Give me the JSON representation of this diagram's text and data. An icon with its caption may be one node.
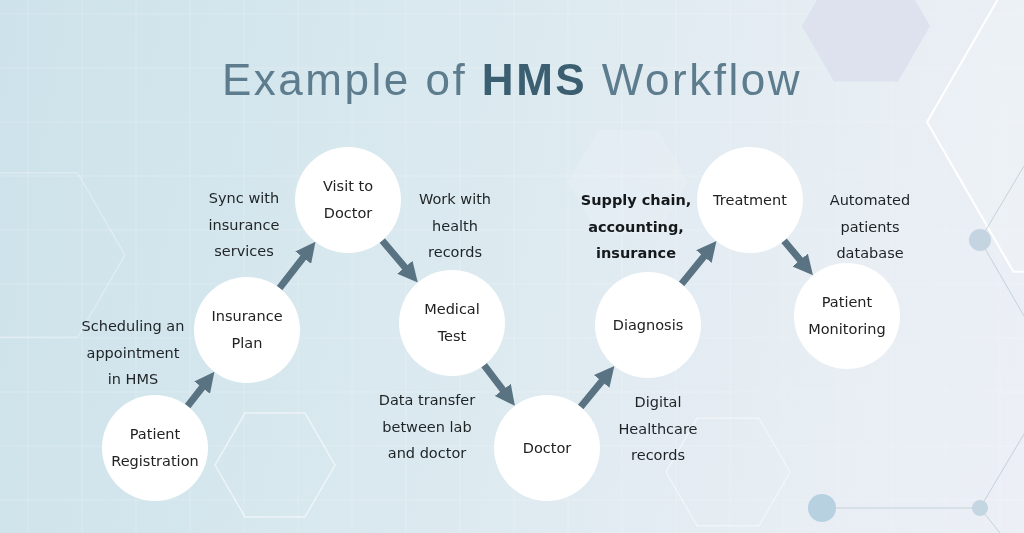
{
  "diagram": {
    "title": "Example of **HMS** Workflow",
    "nodes": [
      {
        "text": [
          "Patient Registration"
        ]
      },
      {
        "text": [
          "Insurance Plan"
        ]
      },
      {
        "text": [
          "Visit to Doctor"
        ]
      },
      {
        "text": [
          "Medical Test"
        ]
      },
      {
        "text": [
          "Doctor"
        ]
      },
      {
        "text": [
          "Diagnosis"
        ]
      },
      {
        "text": [
          "Treatment"
        ]
      },
      {
        "text": [
          "Patient Monitoring"
        ]
      }
    ],
    "edges": [
      {
        "from": 0,
        "to": 1,
        "arrow": "to",
        "label": "Scheduling an appointment in HMS"
      },
      {
        "from": 1,
        "to": 2,
        "arrow": "to",
        "label": "Sync with insurance services"
      },
      {
        "from": 2,
        "to": 3,
        "arrow": "to",
        "label": "Work with health records"
      },
      {
        "from": 3,
        "to": 4,
        "arrow": "to",
        "label": "Data transfer between lab and doctor"
      },
      {
        "from": 4,
        "to": 5,
        "arrow": "to",
        "label": "Digital Healthcare records"
      },
      {
        "from": 5,
        "to": 6,
        "arrow": "to",
        "label": "Supply chain, accounting, insurance"
      },
      {
        "from": 6,
        "to": 7,
        "arrow": "to",
        "label": "Automated patients database"
      }
    ]
  }
}
